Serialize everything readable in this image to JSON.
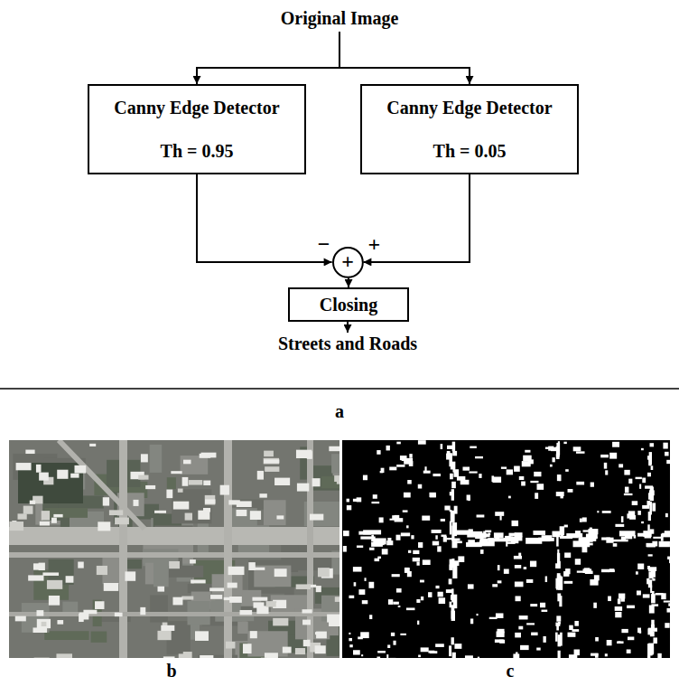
{
  "diagram": {
    "nodes": [
      {
        "text": [
          "Original Image"
        ]
      },
      {
        "text": [
          "Canny Edge Detector",
          "Th = 0.95"
        ]
      },
      {
        "text": [
          "Canny Edge Detector",
          "Th = 0.05"
        ]
      },
      {
        "text": [
          "+"
        ]
      },
      {
        "text": [
          "Closing"
        ]
      },
      {
        "text": [
          "Streets and Roads"
        ]
      }
    ],
    "edges": [
      {
        "from": 0,
        "to": 1,
        "arrow": "to"
      },
      {
        "from": 0,
        "to": 2,
        "arrow": "to"
      },
      {
        "from": 1,
        "to": 3,
        "arrow": "to",
        "label": "−"
      },
      {
        "from": 2,
        "to": 3,
        "arrow": "to",
        "label": "+"
      },
      {
        "from": 3,
        "to": 4,
        "arrow": "to"
      },
      {
        "from": 4,
        "to": 5,
        "arrow": "to"
      }
    ],
    "labels": [
      "a",
      "b",
      "c"
    ]
  }
}
